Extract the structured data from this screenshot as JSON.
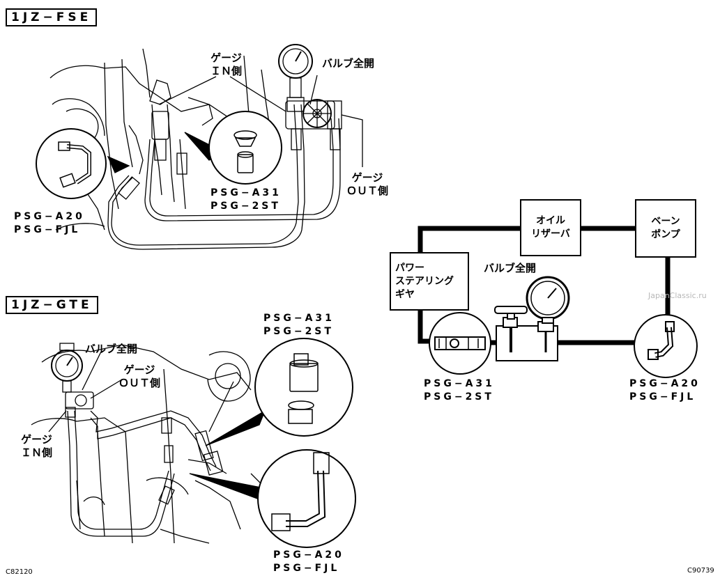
{
  "fse": {
    "title": "1JZ−FSE",
    "gauge_in": [
      "ゲージ",
      "ＩＮ側"
    ],
    "valve_open": "バルブ全開",
    "gauge_out": [
      "ゲージ",
      "ＯＵＴ側"
    ],
    "conn_a31": [
      "PSG−A31",
      "PSG−2ST"
    ],
    "conn_a20": [
      "PSG−A20",
      "PSG−FJL"
    ]
  },
  "gte": {
    "title": "1JZ−GTE",
    "valve_open": "バルブ全開",
    "gauge_out": [
      "ゲージ",
      "ＯＵＴ側"
    ],
    "gauge_in": [
      "ゲージ",
      "ＩＮ側"
    ],
    "conn_a31": [
      "PSG−A31",
      "PSG−2ST"
    ],
    "conn_a20": [
      "PSG−A20",
      "PSG−FJL"
    ]
  },
  "schematic": {
    "oil_reservoir": [
      "オイル",
      "リザーバ"
    ],
    "vane_pump": [
      "ベーン",
      "ポンプ"
    ],
    "power_steering_gear": [
      "パワー",
      "ステアリング",
      "ギヤ"
    ],
    "valve_open": "バルブ全開",
    "conn_a31": [
      "PSG−A31",
      "PSG−2ST"
    ],
    "conn_a20": [
      "PSG−A20",
      "PSG−FJL"
    ]
  },
  "footer": {
    "left_code": "C82120",
    "right_code": "C90739",
    "watermark": "JapanClassic.ru"
  }
}
